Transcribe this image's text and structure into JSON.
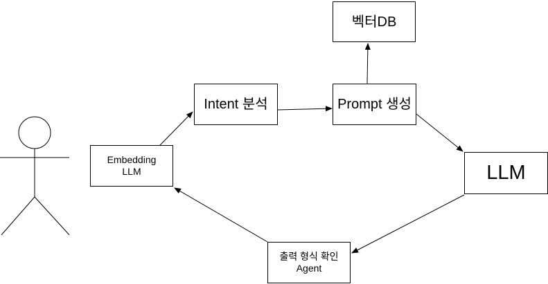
{
  "nodes": {
    "vector_db": {
      "label": "벡터DB"
    },
    "intent": {
      "label": "Intent 분석"
    },
    "prompt": {
      "label": "Prompt 생성"
    },
    "embedding": {
      "line1": "Embedding",
      "line2": "LLM"
    },
    "llm": {
      "label": "LLM"
    },
    "agent": {
      "line1": "출력 형식 확인",
      "line2": "Agent"
    }
  },
  "edges": [
    {
      "from": "embedding",
      "to": "intent"
    },
    {
      "from": "intent",
      "to": "prompt"
    },
    {
      "from": "prompt",
      "to": "vector_db"
    },
    {
      "from": "prompt",
      "to": "llm"
    },
    {
      "from": "llm",
      "to": "agent"
    },
    {
      "from": "agent",
      "to": "embedding"
    }
  ],
  "actor": {
    "icon": "stick-figure-icon"
  },
  "colors": {
    "stroke": "#000000",
    "fill": "#ffffff"
  }
}
